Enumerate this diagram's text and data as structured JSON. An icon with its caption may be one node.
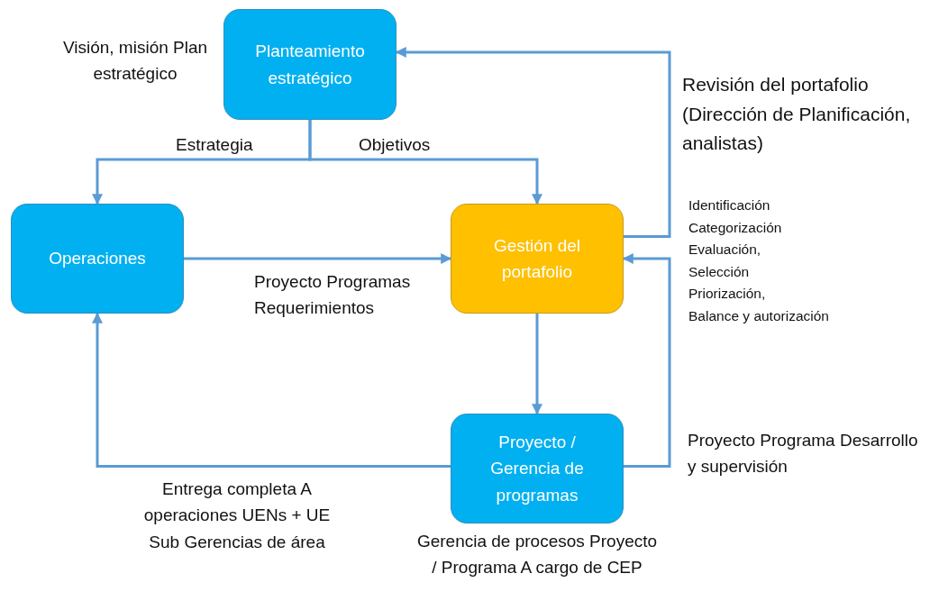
{
  "diagram": {
    "nodes": [
      {
        "text": [
          "Planteamiento estratégico"
        ],
        "beside": [
          "Visión, misión Plan estratégico"
        ]
      },
      {
        "text": [
          "Operaciones"
        ]
      },
      {
        "text": [
          "Gestión del portafolio"
        ]
      },
      {
        "text": [
          "Proyecto / Gerencia de programas"
        ],
        "beside": [
          "Gerencia de procesos Proyecto / Programa A cargo de CEP"
        ]
      }
    ],
    "edges": [
      {
        "from": 0,
        "to": 1,
        "arrow": "to",
        "label": "Estrategia"
      },
      {
        "from": 0,
        "to": 2,
        "arrow": "to",
        "label": "Objetivos"
      },
      {
        "from": 1,
        "to": 2,
        "arrow": "to",
        "label": "Proyecto Programas Requerimientos"
      },
      {
        "from": 2,
        "to": 0,
        "arrow": "to",
        "label": "Revisión del portafolio (Dirección de Planificación, analistas)"
      },
      {
        "from": 2,
        "to": 3,
        "arrow": "to"
      },
      {
        "from": 3,
        "to": 2,
        "arrow": "to",
        "label": "Proyecto Programa Desarrollo y supervisión"
      },
      {
        "from": 3,
        "to": 1,
        "arrow": "to",
        "label": "Entrega completa A operaciones UENs + UE Sub Gerencias de área"
      }
    ],
    "labels": [
      "Identificación",
      "Categorización",
      "Evaluación,",
      "Selección",
      "Priorización,",
      "Balance y autorización"
    ]
  }
}
